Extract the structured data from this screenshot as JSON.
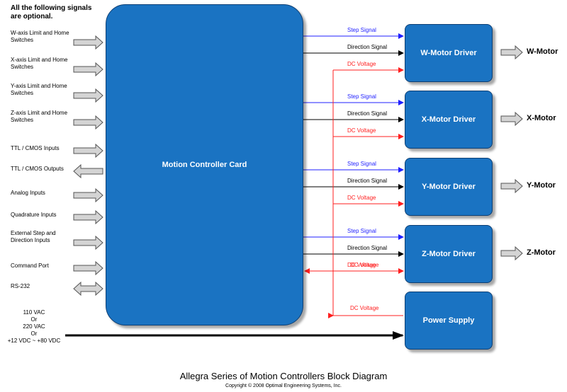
{
  "note": "All the following signals are optional.",
  "card": {
    "label": "Motion Controller Card"
  },
  "inputs": [
    {
      "label": "W-axis Limit and Home Switches",
      "dir": "in"
    },
    {
      "label": "X-axis Limit and Home Switches",
      "dir": "in"
    },
    {
      "label": "Y-axis Limit and Home Switches",
      "dir": "in"
    },
    {
      "label": "Z-axis Limit and Home Switches",
      "dir": "in"
    },
    {
      "label": "TTL / CMOS Inputs",
      "dir": "in"
    },
    {
      "label": "TTL / CMOS Outputs",
      "dir": "out"
    },
    {
      "label": "Analog Inputs",
      "dir": "in"
    },
    {
      "label": "Quadrature Inputs",
      "dir": "in"
    },
    {
      "label": "External Step and Direction Inputs",
      "dir": "in"
    },
    {
      "label": "Command Port",
      "dir": "in"
    },
    {
      "label": "RS-232",
      "dir": "both"
    }
  ],
  "signals": {
    "step": "Step Signal",
    "direction": "Direction Signal",
    "dc": "DC Voltage"
  },
  "drivers": [
    {
      "label": "W-Motor Driver",
      "motor": "W-Motor"
    },
    {
      "label": "X-Motor Driver",
      "motor": "X-Motor"
    },
    {
      "label": "Y-Motor Driver",
      "motor": "Y-Motor"
    },
    {
      "label": "Z-Motor Driver",
      "motor": "Z-Motor"
    }
  ],
  "power": {
    "label": "Power Supply",
    "input_lines": [
      "110 VAC",
      "Or",
      "220 VAC",
      "Or",
      "+12 VDC ~ +80 VDC"
    ]
  },
  "title": "Allegra Series of Motion Controllers Block Diagram",
  "copyright": "Copyright © 2008 Optimal Engineering Systems, Inc.",
  "colors": {
    "box": "#1a73c2",
    "step": "#1f1fff",
    "dc": "#ff1f1f",
    "direction": "#000000"
  }
}
